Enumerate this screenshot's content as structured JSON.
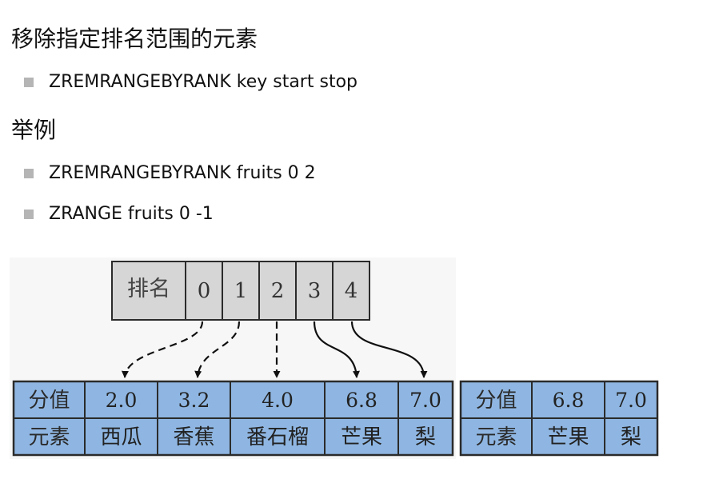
{
  "heading_1": "移除指定排名范围的元素",
  "syntax_bullet": "ZREMRANGEBYRANK key start stop",
  "heading_2": "举例",
  "example_bullets": [
    "ZREMRANGEBYRANK fruits 0 2",
    "ZRANGE fruits 0 -1"
  ],
  "diagram": {
    "rank_table": {
      "header": "排名",
      "ranks": [
        "0",
        "1",
        "2",
        "3",
        "4"
      ]
    },
    "before_table": {
      "row_labels": [
        "分值",
        "元素"
      ],
      "scores": [
        "2.0",
        "3.2",
        "4.0",
        "6.8",
        "7.0"
      ],
      "members": [
        "西瓜",
        "香蕉",
        "番石榴",
        "芒果",
        "梨"
      ]
    },
    "after_table": {
      "row_labels": [
        "分值",
        "元素"
      ],
      "scores": [
        "6.8",
        "7.0"
      ],
      "members": [
        "芒果",
        "梨"
      ]
    },
    "colors": {
      "rank_fill": "#d6d6d6",
      "member_fill": "#8fb6e2",
      "stroke": "#2b2b2b",
      "panel_bg": "#f7f7f7"
    }
  }
}
